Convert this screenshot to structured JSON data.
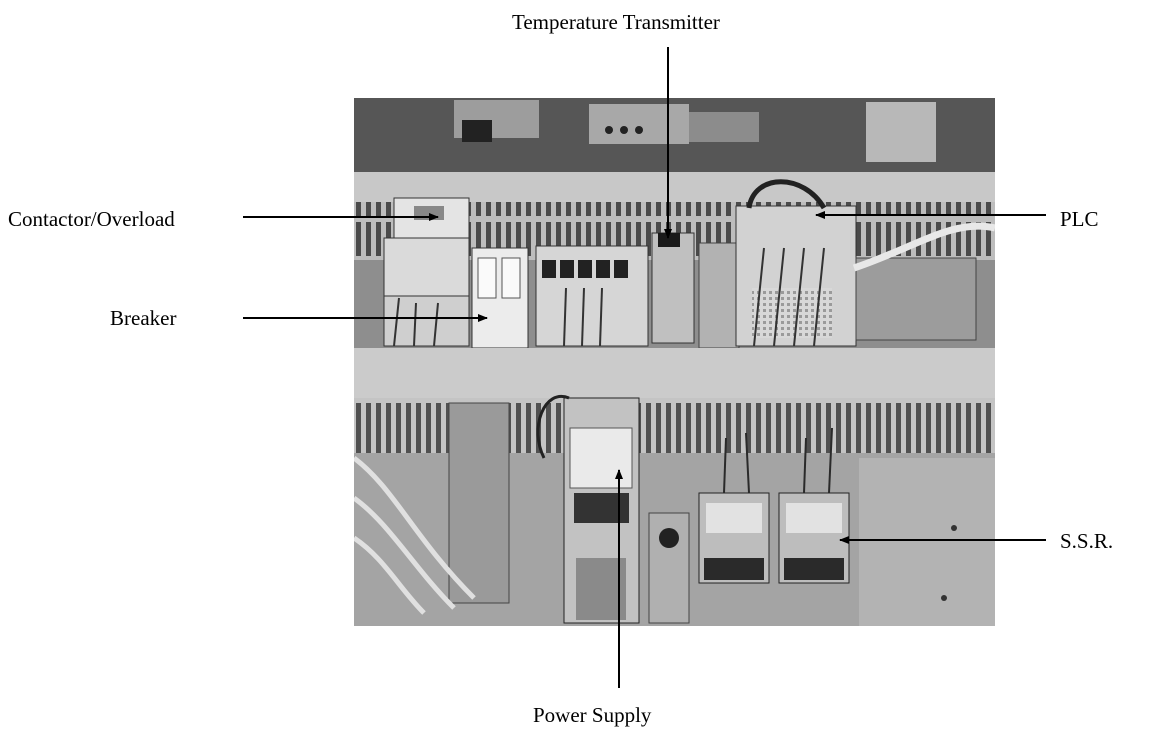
{
  "labels": {
    "temperature_transmitter": "Temperature Transmitter",
    "contactor_overload": "Contactor/Overload",
    "breaker": "Breaker",
    "plc": "PLC",
    "ssr": "S.S.R.",
    "power_supply": "Power Supply"
  },
  "colors": {
    "label_text": "#000000",
    "arrow": "#000000",
    "photo_background": "#7a7a7a"
  }
}
